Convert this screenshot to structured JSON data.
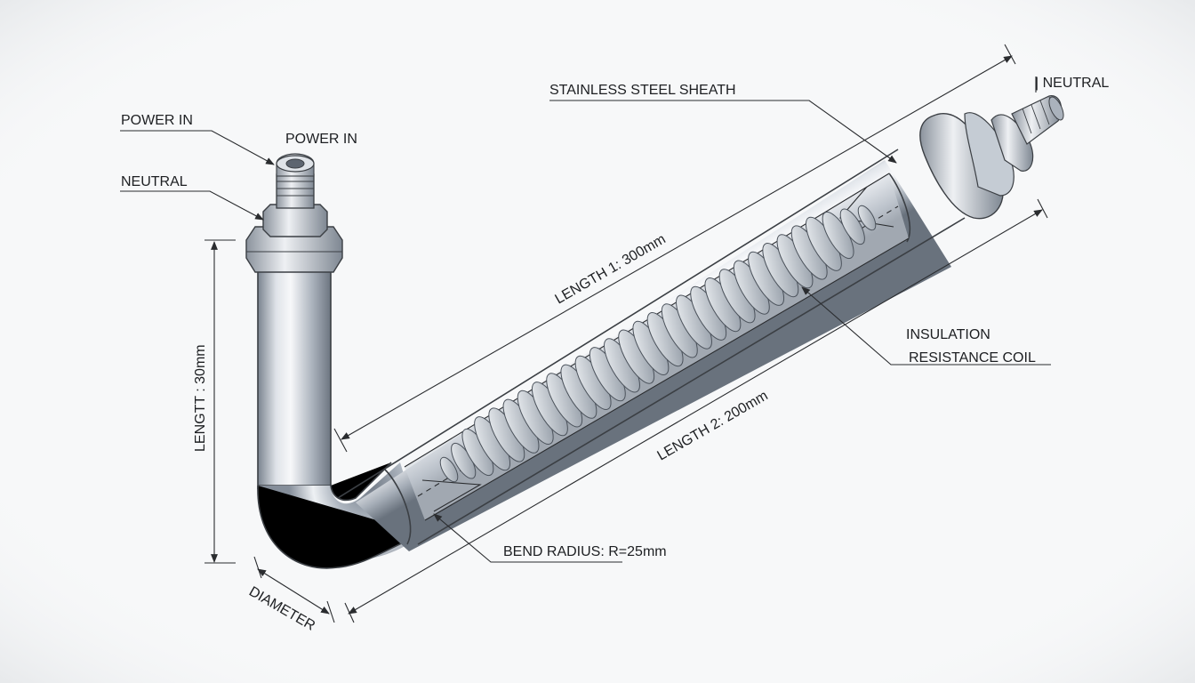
{
  "labels": {
    "power_in_left": "POWER IN",
    "power_in_top": "POWER  IN",
    "neutral_left": "NEUTRAL",
    "neutral_right": "| NEUTRAL",
    "sheath": "STAINLESS STEEL SHEATH",
    "length1": "LENGTH 1: 300mm",
    "length2": "LENGTH 2: 200mm",
    "length_vertical": "LENGTT : 30mm",
    "insulation": "INSULATION",
    "resistance_coil": "RESISTANCE COIL",
    "bend_radius": "BEND RADIUS:  R=25mm",
    "diameter": "DIAMETER"
  },
  "colors": {
    "background": "#f7f8f9",
    "steel_light": "#f2f4f7",
    "steel_mid": "#b9c0c9",
    "steel_dark": "#6f7884",
    "line": "#2a2c2f"
  }
}
